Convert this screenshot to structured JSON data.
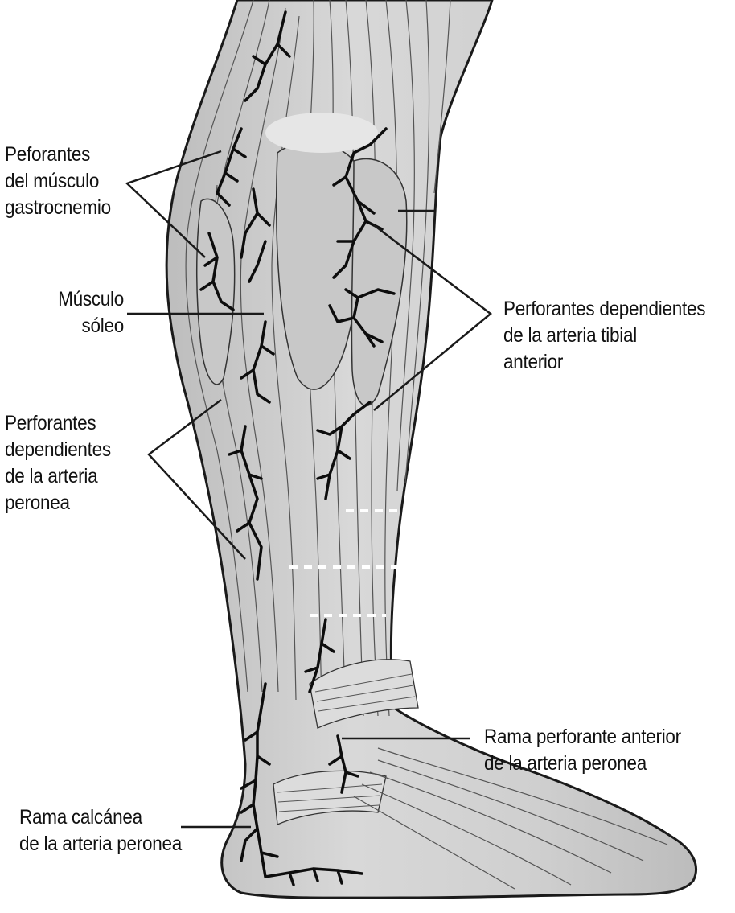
{
  "labels": {
    "gastrocnemio": [
      "Peforantes",
      "del músculo",
      "gastrocnemio"
    ],
    "soleo": [
      "Músculo",
      "sóleo"
    ],
    "peronea": [
      "Perforantes",
      "dependientes",
      "de la arteria",
      "peronea"
    ],
    "tibial": [
      "Perforantes dependientes",
      "de la arteria tibial",
      "anterior"
    ],
    "rama_anterior": [
      "Rama perforante anterior",
      "de la arteria peronea"
    ],
    "rama_calcanea": [
      "Rama calcánea",
      "de la arteria peronea"
    ]
  },
  "colors": {
    "ink": "#111111",
    "line": "#1a1a1a",
    "leg_fill": "#d4d4d4",
    "muscle_fill": "#c4c4c4",
    "vessel": "#0d0d0d"
  }
}
